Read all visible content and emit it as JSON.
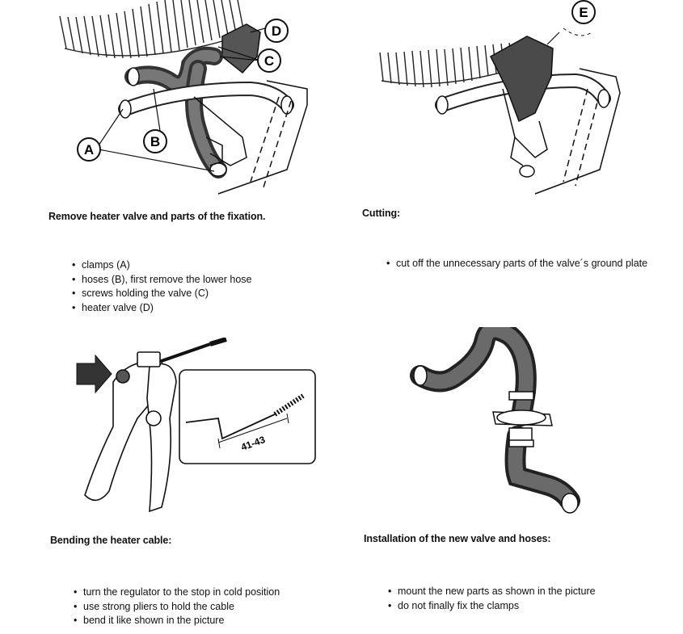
{
  "sections": [
    {
      "heading": "Remove heater valve and parts of the fixation.",
      "items": [
        "clamps (A)",
        "hoses (B), first remove the lower hose",
        "screws holding the valve (C)",
        "heater valve (D)"
      ],
      "callouts": [
        "A",
        "B",
        "C",
        "D"
      ]
    },
    {
      "heading": "Cutting:",
      "items": [
        "cut off the unnecessary parts of the valve´s ground plate"
      ],
      "callouts": [
        "E"
      ]
    },
    {
      "heading": "Bending the heater cable:",
      "items": [
        "turn the regulator to the stop in cold position",
        "use strong pliers to hold the cable",
        "bend it like shown in the picture"
      ],
      "dimension_label": "41-43"
    },
    {
      "heading": "Installation of the new valve and hoses:",
      "items": [
        "mount the new parts as shown in the picture",
        "do not finally fix the clamps"
      ]
    }
  ]
}
